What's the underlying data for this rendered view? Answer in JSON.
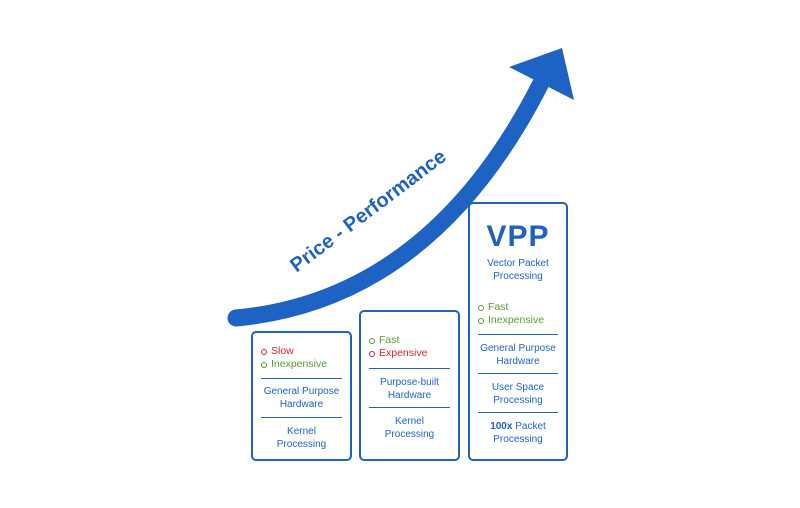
{
  "arrow_label": "Price - Performance",
  "colors": {
    "brand_blue": "#1e63c4",
    "negative": "#d8232a",
    "positive": "#5b9a2f"
  },
  "boxes": [
    {
      "attrs": [
        {
          "text": "Slow",
          "tone": "bad"
        },
        {
          "text": "Inexpensive",
          "tone": "good"
        }
      ],
      "hardware": [
        "General Purpose",
        "Hardware"
      ],
      "processing": [
        "Kernel",
        "Processing"
      ]
    },
    {
      "attrs": [
        {
          "text": "Fast",
          "tone": "good"
        },
        {
          "text": "Expensive",
          "tone": "bad"
        }
      ],
      "hardware": [
        "Purpose-built",
        "Hardware"
      ],
      "processing": [
        "Kernel",
        "Processing"
      ]
    },
    {
      "title": "VPP",
      "subtitle": [
        "Vector Packet",
        "Processing"
      ],
      "attrs": [
        {
          "text": "Fast",
          "tone": "good"
        },
        {
          "text": "Inexpensive",
          "tone": "good"
        }
      ],
      "hardware": [
        "General Purpose",
        "Hardware"
      ],
      "processing": [
        "User Space",
        "Processing"
      ],
      "packet_bold": "100x",
      "packet_rest": " Packet",
      "packet_line2": "Processing"
    }
  ]
}
